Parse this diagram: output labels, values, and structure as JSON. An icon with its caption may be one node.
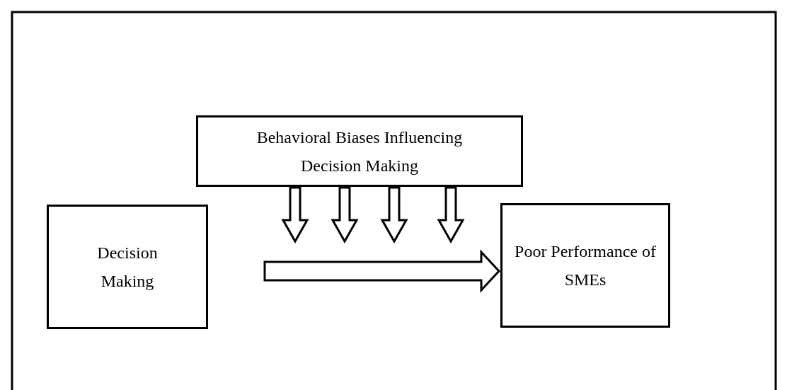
{
  "diagram": {
    "nodes": [
      {
        "text": [
          "Behavioral Biases Influencing Decision Making"
        ]
      },
      {
        "text": [
          "Decision Making"
        ]
      },
      {
        "text": [
          "Poor Performance of SMEs"
        ]
      }
    ],
    "edges": [
      {
        "from": 1,
        "to": 2,
        "arrow": "to"
      },
      {
        "from": 0,
        "to": null,
        "arrow": "to"
      },
      {
        "from": 0,
        "to": null,
        "arrow": "to"
      },
      {
        "from": 0,
        "to": null,
        "arrow": "to"
      },
      {
        "from": 0,
        "to": null,
        "arrow": "to"
      }
    ]
  }
}
